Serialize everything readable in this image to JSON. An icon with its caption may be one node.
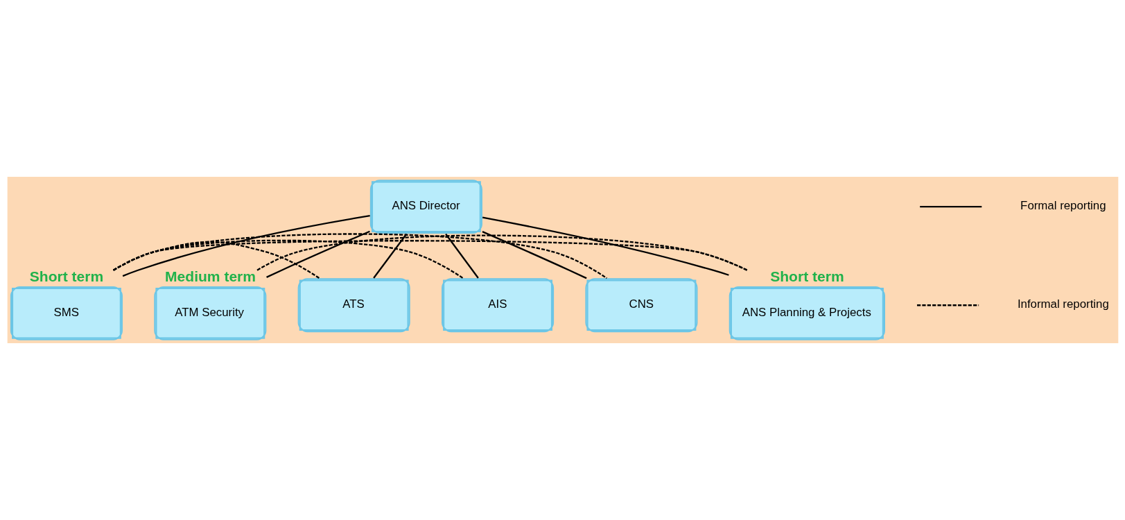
{
  "diagram": {
    "nodes": [
      {
        "text": [
          "ANS Director"
        ]
      },
      {
        "text": [
          "SMS"
        ],
        "beside": [
          "Short term"
        ]
      },
      {
        "text": [
          "ATM Security"
        ],
        "beside": [
          "Medium term"
        ]
      },
      {
        "text": [
          "ATS"
        ]
      },
      {
        "text": [
          "AIS"
        ]
      },
      {
        "text": [
          "CNS"
        ]
      },
      {
        "text": [
          "ANS Planning & Projects"
        ],
        "beside": [
          "Short term"
        ]
      }
    ],
    "edges": [
      {
        "from": 0,
        "to": 1,
        "arrow": "none"
      },
      {
        "from": 0,
        "to": 2,
        "arrow": "none"
      },
      {
        "from": 0,
        "to": 3,
        "arrow": "none"
      },
      {
        "from": 0,
        "to": 4,
        "arrow": "none"
      },
      {
        "from": 0,
        "to": 5,
        "arrow": "none"
      },
      {
        "from": 0,
        "to": 6,
        "arrow": "none"
      },
      {
        "from": 1,
        "to": 3,
        "arrow": "none",
        "style": "dashed"
      },
      {
        "from": 1,
        "to": 4,
        "arrow": "none",
        "style": "dashed"
      },
      {
        "from": 1,
        "to": 5,
        "arrow": "none",
        "style": "dashed"
      },
      {
        "from": 1,
        "to": 6,
        "arrow": "none",
        "style": "dashed"
      },
      {
        "from": 2,
        "to": 6,
        "arrow": "none",
        "style": "dashed"
      }
    ],
    "legend": [
      {
        "text": "Formal reporting"
      },
      {
        "text": "Informal reporting"
      }
    ]
  }
}
